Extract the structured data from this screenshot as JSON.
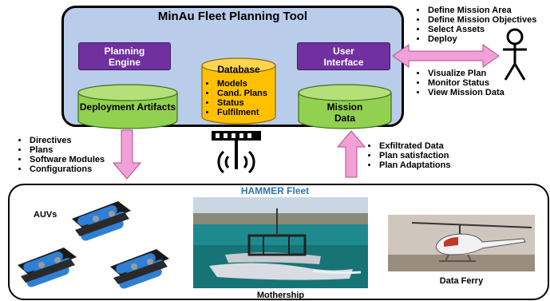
{
  "tool": {
    "title": "MinAu Fleet Planning Tool",
    "planning_engine": "Planning Engine",
    "user_interface": "User Interface",
    "database_title": "Database",
    "database_items": [
      "Models",
      "Cand. Plans",
      "Status",
      "Fulfilment"
    ],
    "deployment_artifacts": "Deployment Artifacts",
    "mission_data": "Mission Data"
  },
  "user_inputs": [
    "Define Mission Area",
    "Define Mission Objectives",
    "Select Assets",
    "Deploy"
  ],
  "user_outputs": [
    "Visualize Plan",
    "Monitor Status",
    "View Mission Data"
  ],
  "downlink_items": [
    "Directives",
    "Plans",
    "Software Modules",
    "Configurations"
  ],
  "uplink_items": [
    "Exfiltrated Data",
    "Plan satisfaction",
    "Plan Adaptations"
  ],
  "fleet": {
    "title": "HAMMER Fleet",
    "auvs_label": "AUVs",
    "mothership_label": "Mothership",
    "data_ferry_label": "Data Ferry"
  },
  "colors": {
    "tool_bg": "#b9cdea",
    "purple": "#7030a0",
    "green": "#92d050",
    "database": "#ffc000",
    "arrow_pink": "#f2a0d8",
    "fleet_title": "#2e74b5"
  }
}
